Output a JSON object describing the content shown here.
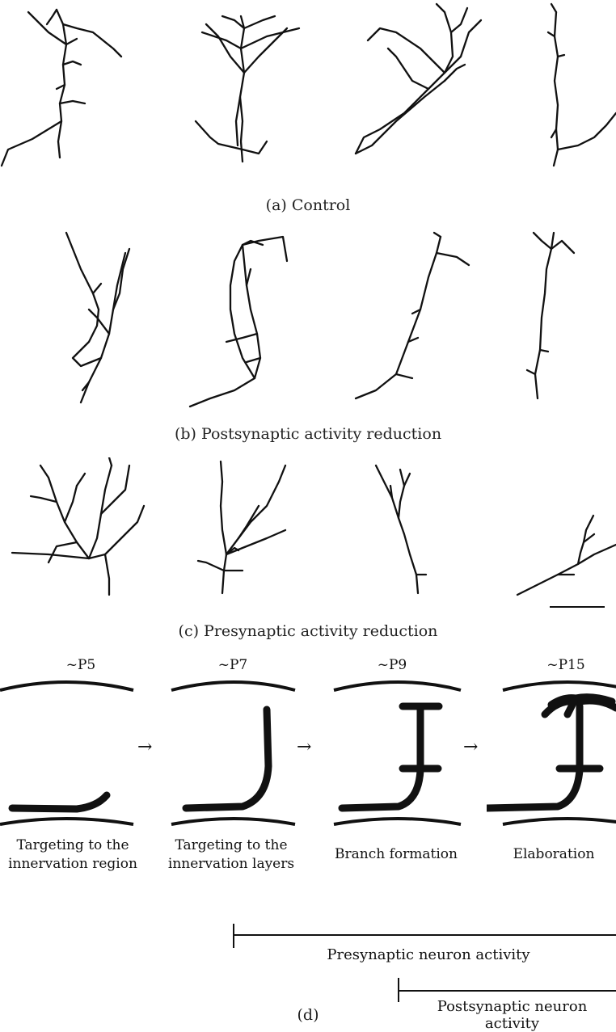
{
  "panels": {
    "a": {
      "caption": "(a)   Control"
    },
    "b": {
      "caption": "(b)  Postsynaptic activity reduction"
    },
    "c": {
      "caption": "(c)  Presynaptic activity reduction"
    },
    "d": {
      "caption": "(d)",
      "stages": [
        {
          "age": "~P5",
          "caption_line1": "Targeting to the",
          "caption_line2": "innervation region"
        },
        {
          "age": "~P7",
          "caption_line1": "Targeting to the",
          "caption_line2": "innervation layers"
        },
        {
          "age": "~P9",
          "caption_line1": "Branch formation",
          "caption_line2": ""
        },
        {
          "age": "~P15",
          "caption_line1": "Elaboration",
          "caption_line2": ""
        }
      ],
      "arrow_glyph": "→",
      "activity": {
        "presynaptic": "Presynaptic neuron activity",
        "postsynaptic": "Postsynaptic neuron activity"
      }
    }
  }
}
